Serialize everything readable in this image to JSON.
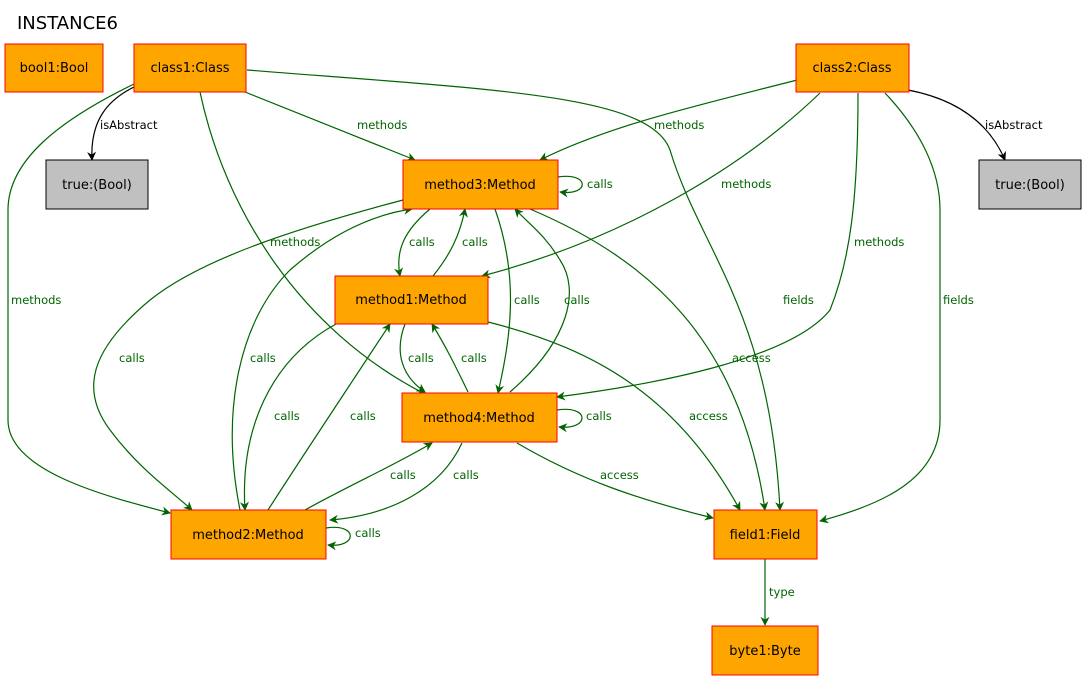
{
  "title": "INSTANCE6",
  "colors": {
    "node_fill": "#ffa500",
    "node_stroke": "#ff0000",
    "literal_fill": "#c0c0c0",
    "edge_green": "#006400",
    "edge_black": "#000000"
  },
  "nodes": {
    "bool1": "bool1:Bool",
    "class1": "class1:Class",
    "class2": "class2:Class",
    "true1": "true:(Bool)",
    "true2": "true:(Bool)",
    "method3": "method3:Method",
    "method1": "method1:Method",
    "method4": "method4:Method",
    "method2": "method2:Method",
    "field1": "field1:Field",
    "byte1": "byte1:Byte"
  },
  "edge_labels": {
    "isAbstract": "isAbstract",
    "methods": "methods",
    "calls": "calls",
    "fields": "fields",
    "access": "access",
    "type": "type"
  }
}
